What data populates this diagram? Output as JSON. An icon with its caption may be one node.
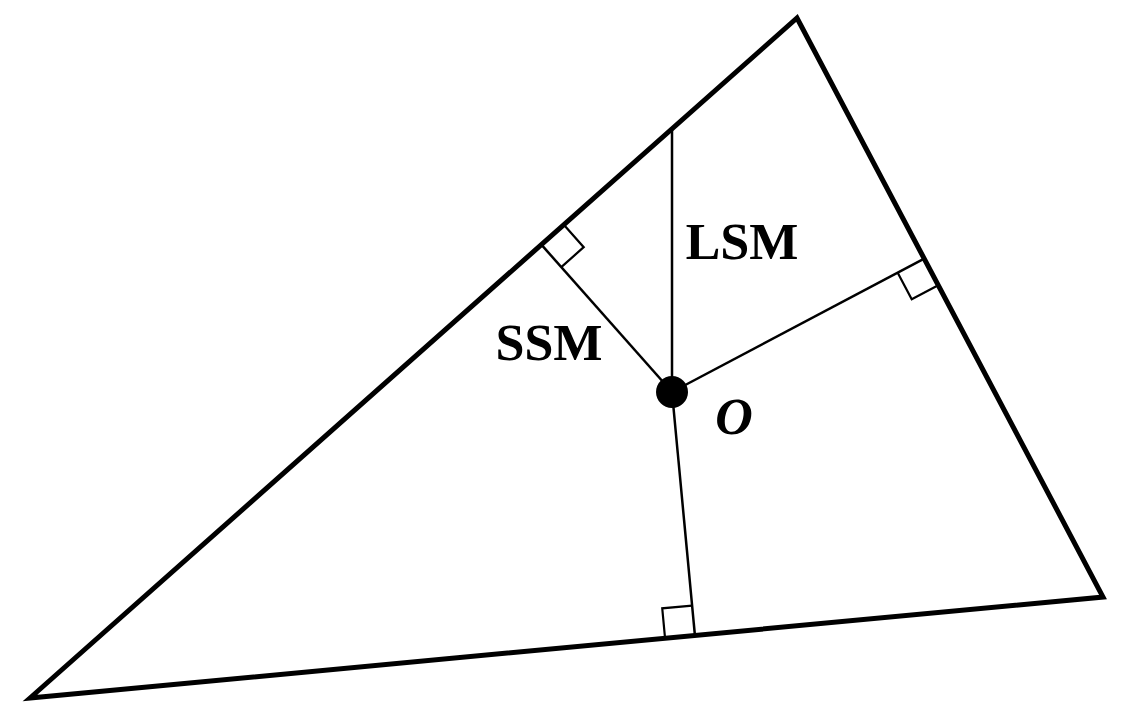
{
  "diagram": {
    "labels": [
      "LSM",
      "SSM",
      "*O*"
    ]
  }
}
